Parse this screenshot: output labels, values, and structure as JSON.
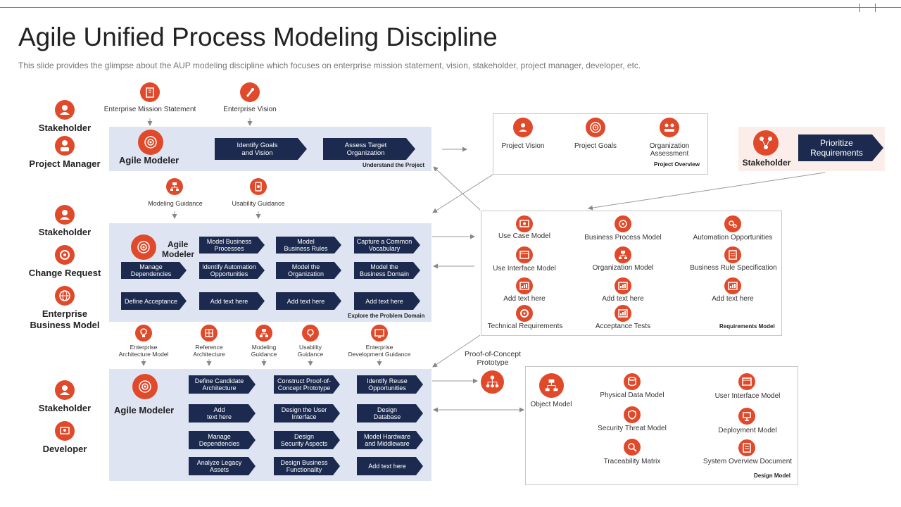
{
  "slide": {
    "title": "Agile Unified Process Modeling Discipline",
    "subtitle": "This slide provides  the glimpse about the AUP modeling discipline which focuses on enterprise  mission statement,  vision,  stakeholder,  project manager,  developer,  etc."
  },
  "roles": {
    "stakeholder": "Stakeholder",
    "project_manager": "Project Manager",
    "change_request": "Change Request",
    "enterprise_business_model_1": "Enterprise",
    "enterprise_business_model_2": "Business  Model",
    "developer": "Developer"
  },
  "top_inputs": {
    "mission": "Enterprise Mission Statement",
    "vision": "Enterprise Vision"
  },
  "band1": {
    "agile_modeler": "Agile Modeler",
    "steps": [
      "Identify Goals\nand Vision",
      "Assess Target\nOrganization"
    ],
    "label": "Understand the Project"
  },
  "band1_outputs": {
    "modeling_guidance": "Modeling  Guidance",
    "usability_guidance": "Usability  Guidance"
  },
  "band2": {
    "agile_modeler_1": "Agile",
    "agile_modeler_2": "Modeler",
    "steps": [
      "Model Business\nProcesses",
      "Model\nBusiness Rules",
      "Capture  a Common\nVocabulary",
      "Manage\nDependencies",
      "Identify Automation\nOpportunities",
      "Model the\nOrganization",
      "Model the\nBusiness Domain",
      "Define  Acceptance",
      "Add text here",
      "Add text here",
      "Add text here"
    ],
    "label": "Explore the Problem Domain"
  },
  "band2_outputs": [
    "Enterprise\nArchitecture Model",
    "Reference\nArchitecture",
    "Modeling\nGuidance",
    "Usability\nGuidance",
    "Enterprise\nDevelopment  Guidance"
  ],
  "band3": {
    "agile_modeler": "Agile Modeler",
    "steps": [
      "Define Candidate\nArchitecture",
      "Construct Proof-of-\nConcept Prototype",
      "Identify Reuse\nOpportunities",
      "Add\ntext here",
      "Design the User\nInterface",
      "Design\nDatabase",
      "Manage\nDependencies",
      "Design\nSecurity Aspects",
      "Model Hardware\nand Middleware",
      "Analyze Legacy\nAssets",
      "Design Business\nFunctionality",
      "Add text here"
    ]
  },
  "project_overview": {
    "items": [
      "Project Vision",
      "Project Goals",
      "Organization\nAssessment"
    ],
    "label": "Project Overview"
  },
  "prioritize": {
    "role": "Stakeholder",
    "action": "Prioritize\nRequirements"
  },
  "requirements_model": {
    "items": [
      "Use Case Model",
      "Business Process Model",
      "Automation Opportunities",
      "Use Interface Model",
      "Organization  Model",
      "Business Rule Specification",
      "Add text here",
      "Add text here",
      "Add text here",
      "Technical Requirements",
      "Acceptance Tests"
    ],
    "label": "Requirements Model"
  },
  "prototype": {
    "label": "Proof-of-Concept\nPrototype"
  },
  "design_model": {
    "items": [
      "Object Model",
      "Physical Data Model",
      "User Interface Model",
      "Security Threat Model",
      "Deployment Model",
      "Traceability Matrix",
      "System Overview Document"
    ],
    "label": "Design Model"
  },
  "colors": {
    "accent": "#e0492a",
    "navy": "#1b2a4e",
    "band": "#dfe4f3",
    "text": "#222222"
  },
  "icons": [
    "user-icon",
    "building-icon",
    "rocket-icon",
    "target-icon",
    "gear-icon",
    "hierarchy-icon",
    "globe-icon",
    "document-icon"
  ]
}
